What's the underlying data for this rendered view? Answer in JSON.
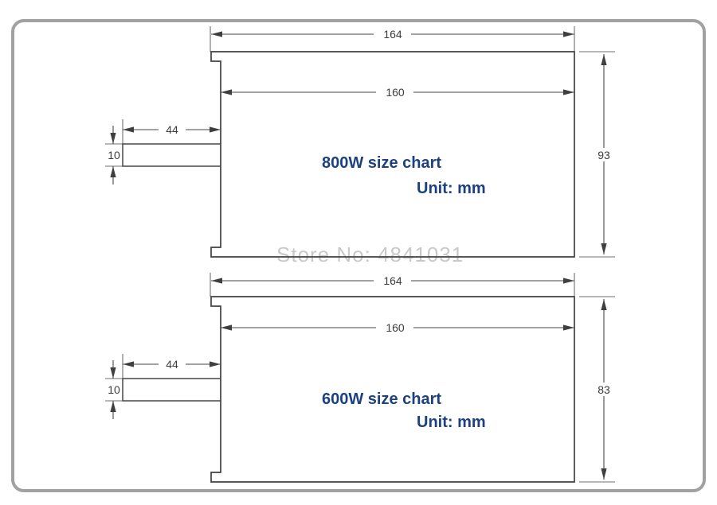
{
  "page": {
    "watermark": "Store No: 4841031"
  },
  "colors": {
    "accent_blue": "#1c4180",
    "drawing_line": "#414141",
    "extension_line": "#6f6f6f",
    "watermark_gray": "#c9c9c9",
    "frame_gray": "#a1a1a1",
    "background": "#ffffff"
  },
  "drawings": [
    {
      "title": "800W size chart",
      "unit": "Unit: mm",
      "dimensions": {
        "overall_width_mm": "164",
        "body_width_mm": "160",
        "height_mm": "93",
        "tab_length_mm": "44",
        "tab_thickness_mm": "10"
      }
    },
    {
      "title": "600W size chart",
      "unit": "Unit: mm",
      "dimensions": {
        "overall_width_mm": "164",
        "body_width_mm": "160",
        "height_mm": "83",
        "tab_length_mm": "44",
        "tab_thickness_mm": "10"
      }
    }
  ]
}
